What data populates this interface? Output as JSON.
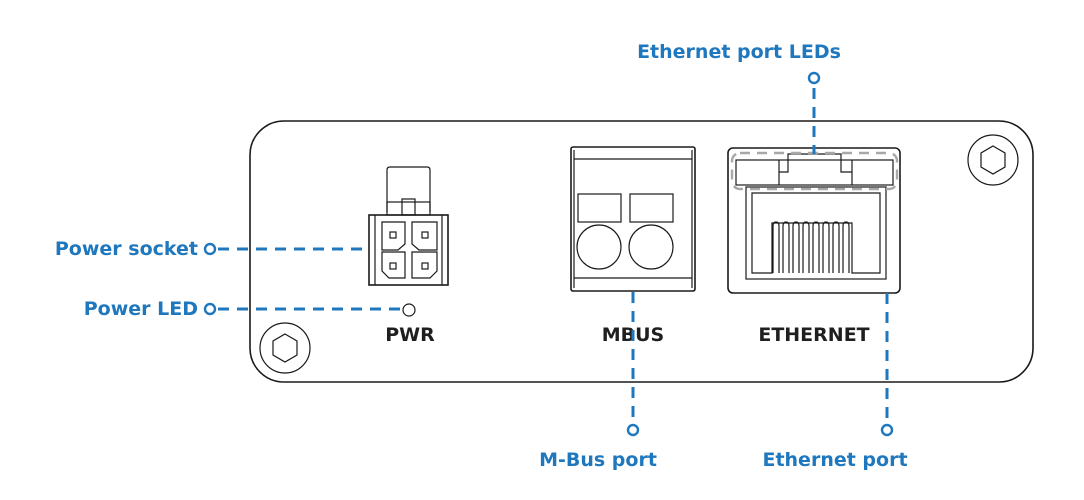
{
  "diagram": {
    "title": "Device front panel",
    "colors": {
      "callout": "#1f78be",
      "outline": "#1a1a1a",
      "port_label": "#1f1f1f",
      "led_highlight": "#a8a8a8",
      "background": "#ffffff"
    },
    "port_labels": {
      "pwr": "PWR",
      "mbus": "MBUS",
      "ethernet": "ETHERNET"
    },
    "callouts": {
      "power_socket": "Power socket",
      "power_led": "Power LED",
      "ethernet_leds": "Ethernet port LEDs",
      "mbus_port": "M-Bus port",
      "ethernet_port": "Ethernet port"
    },
    "icons": {
      "screw": "hex-screw-icon",
      "power_connector": "4-pin-power-connector",
      "terminal_block": "2-pin-terminal-block",
      "rj45": "rj45-jack"
    }
  }
}
